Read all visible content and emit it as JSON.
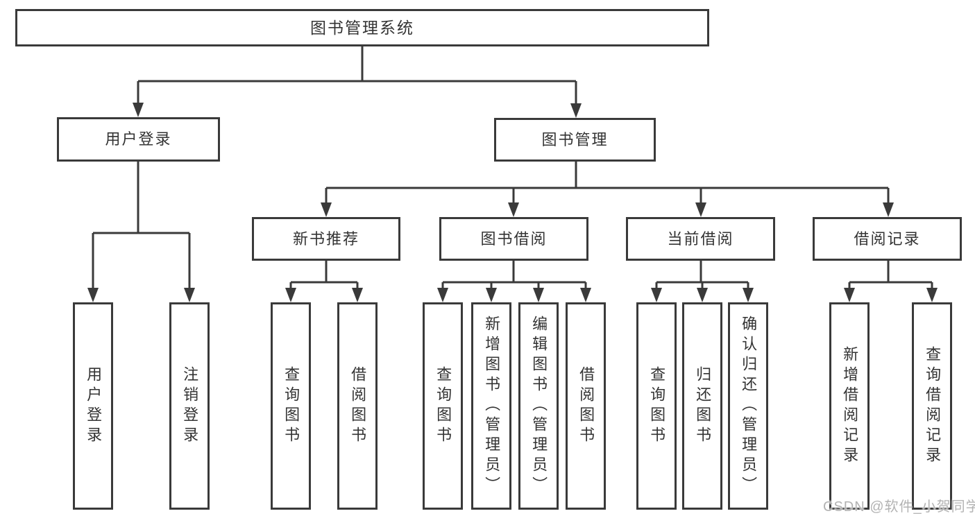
{
  "diagram_title": "图书管理系统",
  "colors": {
    "line": "#3a3a3a",
    "text": "#333333",
    "watermark": "#b3b3b3",
    "background": "#ffffff"
  },
  "tree": {
    "root_label": "图书管理系统",
    "branches": [
      {
        "label": "用户登录",
        "leaves": [
          "用户登录",
          "注销登录"
        ]
      },
      {
        "label": "图书管理",
        "groups": [
          {
            "label": "新书推荐",
            "leaves": [
              "查询图书",
              "借阅图书"
            ]
          },
          {
            "label": "图书借阅",
            "leaves": [
              "查询图书",
              "新增图书（管理员）",
              "编辑图书（管理员）",
              "借阅图书"
            ]
          },
          {
            "label": "当前借阅",
            "leaves": [
              "查询图书",
              "归还图书",
              "确认归还（管理员）"
            ]
          },
          {
            "label": "借阅记录",
            "leaves": [
              "新增借阅记录",
              "查询借阅记录"
            ]
          }
        ]
      }
    ]
  },
  "watermark": {
    "text": "CSDN @软件_小贺同学"
  }
}
